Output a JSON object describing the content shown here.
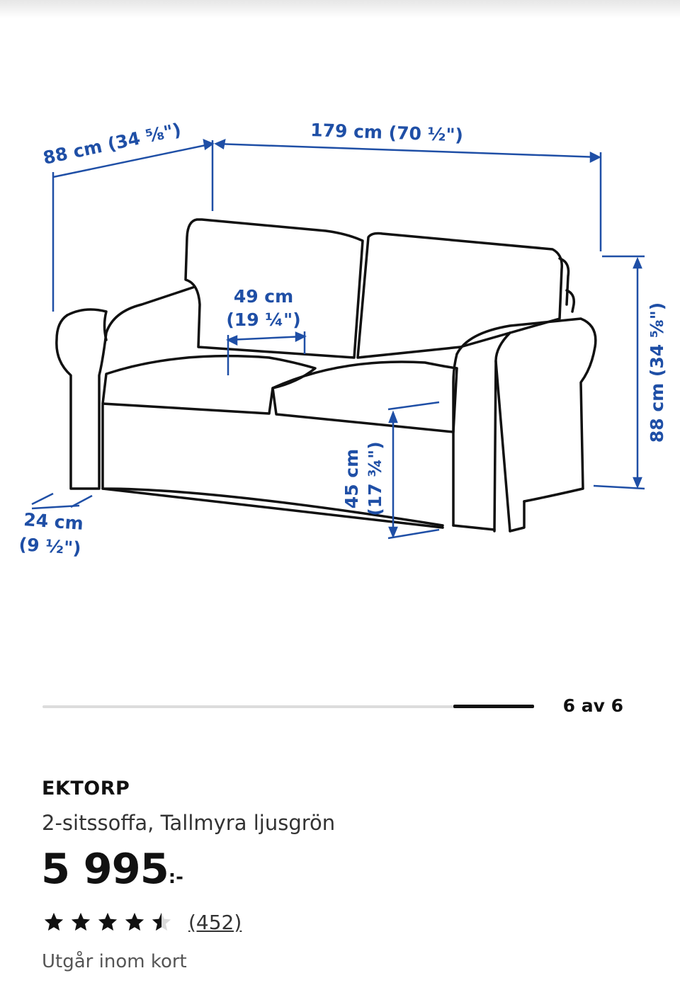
{
  "colors": {
    "dimension_blue": "#1f4fa6",
    "line": "#111111"
  },
  "image": {
    "dimensions": {
      "depth": "88 cm (34 ⅝\")",
      "width": "179 cm (70 ½\")",
      "seat_depth_value": "49 cm",
      "seat_depth_inch": "(19 ¼\")",
      "height": "88 cm (34 ⅝\")",
      "seat_height_value": "45 cm",
      "seat_height_inch": "(17 ¾\")",
      "arm_value": "24 cm",
      "arm_inch": "(9 ½\")"
    }
  },
  "carousel": {
    "counter": "6 av 6",
    "current": 6,
    "total": 6
  },
  "product": {
    "name": "EKTORP",
    "description": "2-sitssoffa, Tallmyra ljusgrön",
    "price": "5 995",
    "price_suffix": ":-",
    "rating": 4.5,
    "review_count": "(452)",
    "availability": "Utgår inom kort"
  }
}
